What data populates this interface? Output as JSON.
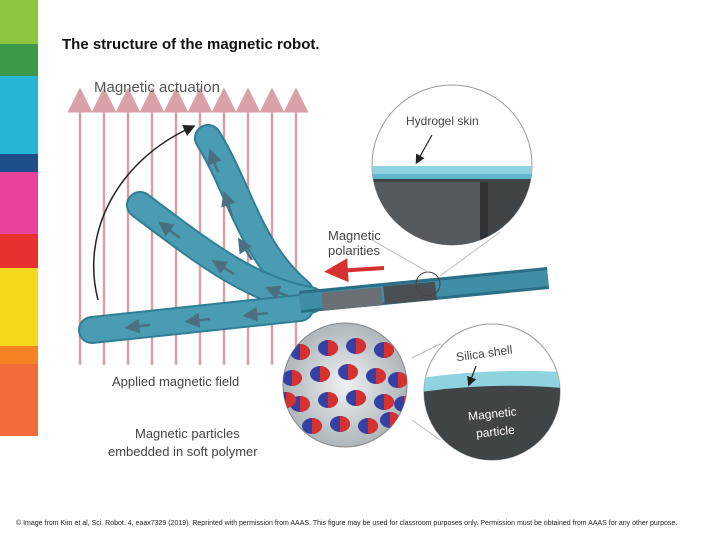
{
  "slide": {
    "title": "The structure of the magnetic robot.",
    "credit": "© Image from Kim et al, Sci. Robot. 4, eaax7329 (2019). Reprinted with permission from AAAS. This figure may be used for classroom purposes only. Permission must be obtained from AAAS for any other purpose."
  },
  "sidebar_colors": [
    "#8dc63f",
    "#3a9a48",
    "#27b5d6",
    "#1d4e89",
    "#e8439a",
    "#e8302f",
    "#f4d81c",
    "#f58220",
    "#f26b3a"
  ],
  "diagram": {
    "labels": {
      "actuation": "Magnetic actuation",
      "hydrogel": "Hydrogel skin",
      "polarities_line1": "Magnetic",
      "polarities_line2": "polarities",
      "applied_field": "Applied magnetic field",
      "particles_line1": "Magnetic particles",
      "particles_line2": "embedded in soft polymer",
      "silica": "Silica shell",
      "particle_line1": "Magnetic",
      "particle_line2": "particle"
    },
    "colors": {
      "field_arrow": "#d9a0a8",
      "robot_body": "#4a9cb3",
      "robot_dark": "#2f7e96",
      "polarity_arrow": "#d6302f",
      "hydrogel": "#8fd3e0",
      "core": "#3f4446"
    }
  }
}
